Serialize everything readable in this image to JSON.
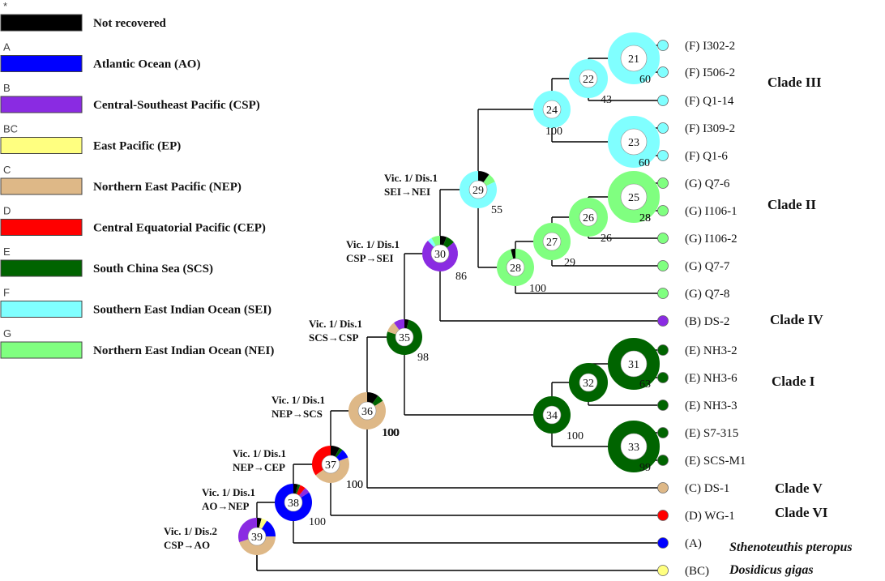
{
  "colors": {
    "NR": "#000000",
    "A": "#0000ff",
    "B": "#8a2be2",
    "BC": "#ffff80",
    "C": "#deb887",
    "D": "#ff0000",
    "E": "#006400",
    "F": "#80ffff",
    "G": "#80ff80"
  },
  "legend": [
    {
      "code": "*",
      "area": "NR",
      "label": "Not recovered"
    },
    {
      "code": "A",
      "area": "A",
      "label": "Atlantic Ocean (AO)"
    },
    {
      "code": "B",
      "area": "B",
      "label": "Central-Southeast Pacific (CSP)"
    },
    {
      "code": "BC",
      "area": "BC",
      "label": "East Pacific (EP)"
    },
    {
      "code": "C",
      "area": "C",
      "label": "Northern East Pacific (NEP)"
    },
    {
      "code": "D",
      "area": "D",
      "label": "Central Equatorial Pacific (CEP)"
    },
    {
      "code": "E",
      "area": "E",
      "label": "South China Sea (SCS)"
    },
    {
      "code": "F",
      "area": "F",
      "label": "Southern East Indian Ocean (SEI)"
    },
    {
      "code": "G",
      "area": "G",
      "label": "Northern East Indian Ocean (NEI)"
    }
  ],
  "tips": [
    {
      "id": "t1",
      "label": "(F) I302-2",
      "area": "F"
    },
    {
      "id": "t2",
      "label": "(F) I506-2",
      "area": "F"
    },
    {
      "id": "t3",
      "label": "(F) Q1-14",
      "area": "F"
    },
    {
      "id": "t4",
      "label": "(F) I309-2",
      "area": "F"
    },
    {
      "id": "t5",
      "label": "(F) Q1-6",
      "area": "F"
    },
    {
      "id": "t6",
      "label": "(G) Q7-6",
      "area": "G"
    },
    {
      "id": "t7",
      "label": "(G) I106-1",
      "area": "G"
    },
    {
      "id": "t8",
      "label": "(G) I106-2",
      "area": "G"
    },
    {
      "id": "t9",
      "label": "(G) Q7-7",
      "area": "G"
    },
    {
      "id": "t10",
      "label": "(G) Q7-8",
      "area": "G"
    },
    {
      "id": "t11",
      "label": "(B) DS-2",
      "area": "B"
    },
    {
      "id": "t12",
      "label": "(E) NH3-2",
      "area": "E"
    },
    {
      "id": "t13",
      "label": "(E) NH3-6",
      "area": "E"
    },
    {
      "id": "t14",
      "label": "(E) NH3-3",
      "area": "E"
    },
    {
      "id": "t15",
      "label": "(E) S7-315",
      "area": "E"
    },
    {
      "id": "t16",
      "label": "(E) SCS-M1",
      "area": "E"
    },
    {
      "id": "t17",
      "label": "(C) DS-1",
      "area": "C"
    },
    {
      "id": "t18",
      "label": "(D) WG-1",
      "area": "D"
    },
    {
      "id": "t19",
      "label": "(A)",
      "area": "A"
    },
    {
      "id": "t20",
      "label": "(BC)",
      "area": "BC"
    }
  ],
  "nodes": [
    {
      "id": "21",
      "support": "",
      "pie": [
        [
          "F",
          1
        ]
      ]
    },
    {
      "id": "22",
      "support": "60",
      "pie": [
        [
          "F",
          1
        ]
      ]
    },
    {
      "id": "23",
      "support": "",
      "pie": [
        [
          "F",
          1
        ]
      ]
    },
    {
      "id": "24",
      "support": "43",
      "pie": [
        [
          "F",
          1
        ]
      ]
    },
    {
      "id": "25",
      "support": "",
      "pie": [
        [
          "G",
          1
        ]
      ]
    },
    {
      "id": "26",
      "support": "28",
      "pie": [
        [
          "G",
          1
        ]
      ]
    },
    {
      "id": "27",
      "support": "26",
      "pie": [
        [
          "G",
          1
        ]
      ]
    },
    {
      "id": "28",
      "support": "29",
      "pie": [
        [
          "G",
          0.96
        ],
        [
          "NR",
          0.04
        ]
      ]
    },
    {
      "id": "29",
      "support": "100",
      "pie": [
        [
          "NR",
          0.1
        ],
        [
          "G",
          0.08
        ],
        [
          "F",
          0.82
        ]
      ]
    },
    {
      "id": "30",
      "support": "55",
      "pie": [
        [
          "NR",
          0.06
        ],
        [
          "E",
          0.08
        ],
        [
          "B",
          0.74
        ],
        [
          "F",
          0.04
        ],
        [
          "G",
          0.08
        ]
      ]
    },
    {
      "id": "31",
      "support": "",
      "pie": [
        [
          "E",
          1
        ]
      ]
    },
    {
      "id": "32",
      "support": "63",
      "pie": [
        [
          "E",
          1
        ]
      ]
    },
    {
      "id": "33",
      "support": "99",
      "pie": [
        [
          "E",
          1
        ]
      ]
    },
    {
      "id": "34",
      "support": "100",
      "pie": [
        [
          "E",
          1
        ]
      ]
    },
    {
      "id": "35",
      "support": "86",
      "pie": [
        [
          "NR",
          0.04
        ],
        [
          "E",
          0.76
        ],
        [
          "C",
          0.1
        ],
        [
          "B",
          0.1
        ]
      ]
    },
    {
      "id": "36",
      "support": "98",
      "pie": [
        [
          "NR",
          0.1
        ],
        [
          "E",
          0.06
        ],
        [
          "C",
          0.84
        ]
      ]
    },
    {
      "id": "37",
      "support": "100",
      "pie": [
        [
          "NR",
          0.08
        ],
        [
          "E",
          0.03
        ],
        [
          "A",
          0.08
        ],
        [
          "C",
          0.46
        ],
        [
          "D",
          0.35
        ]
      ]
    },
    {
      "id": "38",
      "support": "100",
      "pie": [
        [
          "NR",
          0.04
        ],
        [
          "E",
          0.02
        ],
        [
          "D",
          0.05
        ],
        [
          "B",
          0.05
        ],
        [
          "A",
          0.84
        ]
      ]
    },
    {
      "id": "39",
      "support": "100",
      "pie": [
        [
          "NR",
          0.04
        ],
        [
          "BC",
          0.05
        ],
        [
          "A",
          0.16
        ],
        [
          "C",
          0.45
        ],
        [
          "B",
          0.3
        ]
      ]
    }
  ],
  "support_extra": [
    {
      "text": "60"
    },
    {
      "text": "100"
    },
    {
      "text": "28"
    },
    {
      "text": "100"
    },
    {
      "text": "100"
    }
  ],
  "events": [
    {
      "line1": "Vic. 1/ Dis.1",
      "line2": "SEI→NEI"
    },
    {
      "line1": "Vic. 1/ Dis.1",
      "line2": "CSP→SEI"
    },
    {
      "line1": "Vic. 1/ Dis.1",
      "line2": "SCS→CSP"
    },
    {
      "line1": "Vic. 1/ Dis.1",
      "line2": "NEP→SCS"
    },
    {
      "line1": "Vic. 1/ Dis.1",
      "line2": "NEP→CEP"
    },
    {
      "line1": "Vic. 1/ Dis.1",
      "line2": "AO→NEP"
    },
    {
      "line1": "Vic. 1/ Dis.2",
      "line2": "CSP→AO"
    }
  ],
  "clades": [
    {
      "label": "Clade III"
    },
    {
      "label": "Clade II"
    },
    {
      "label": "Clade IV"
    },
    {
      "label": "Clade I"
    },
    {
      "label": "Clade V"
    },
    {
      "label": "Clade VI"
    }
  ],
  "species": [
    {
      "label": "Sthenoteuthis pteropus"
    },
    {
      "label": "Dosidicus gigas"
    }
  ]
}
